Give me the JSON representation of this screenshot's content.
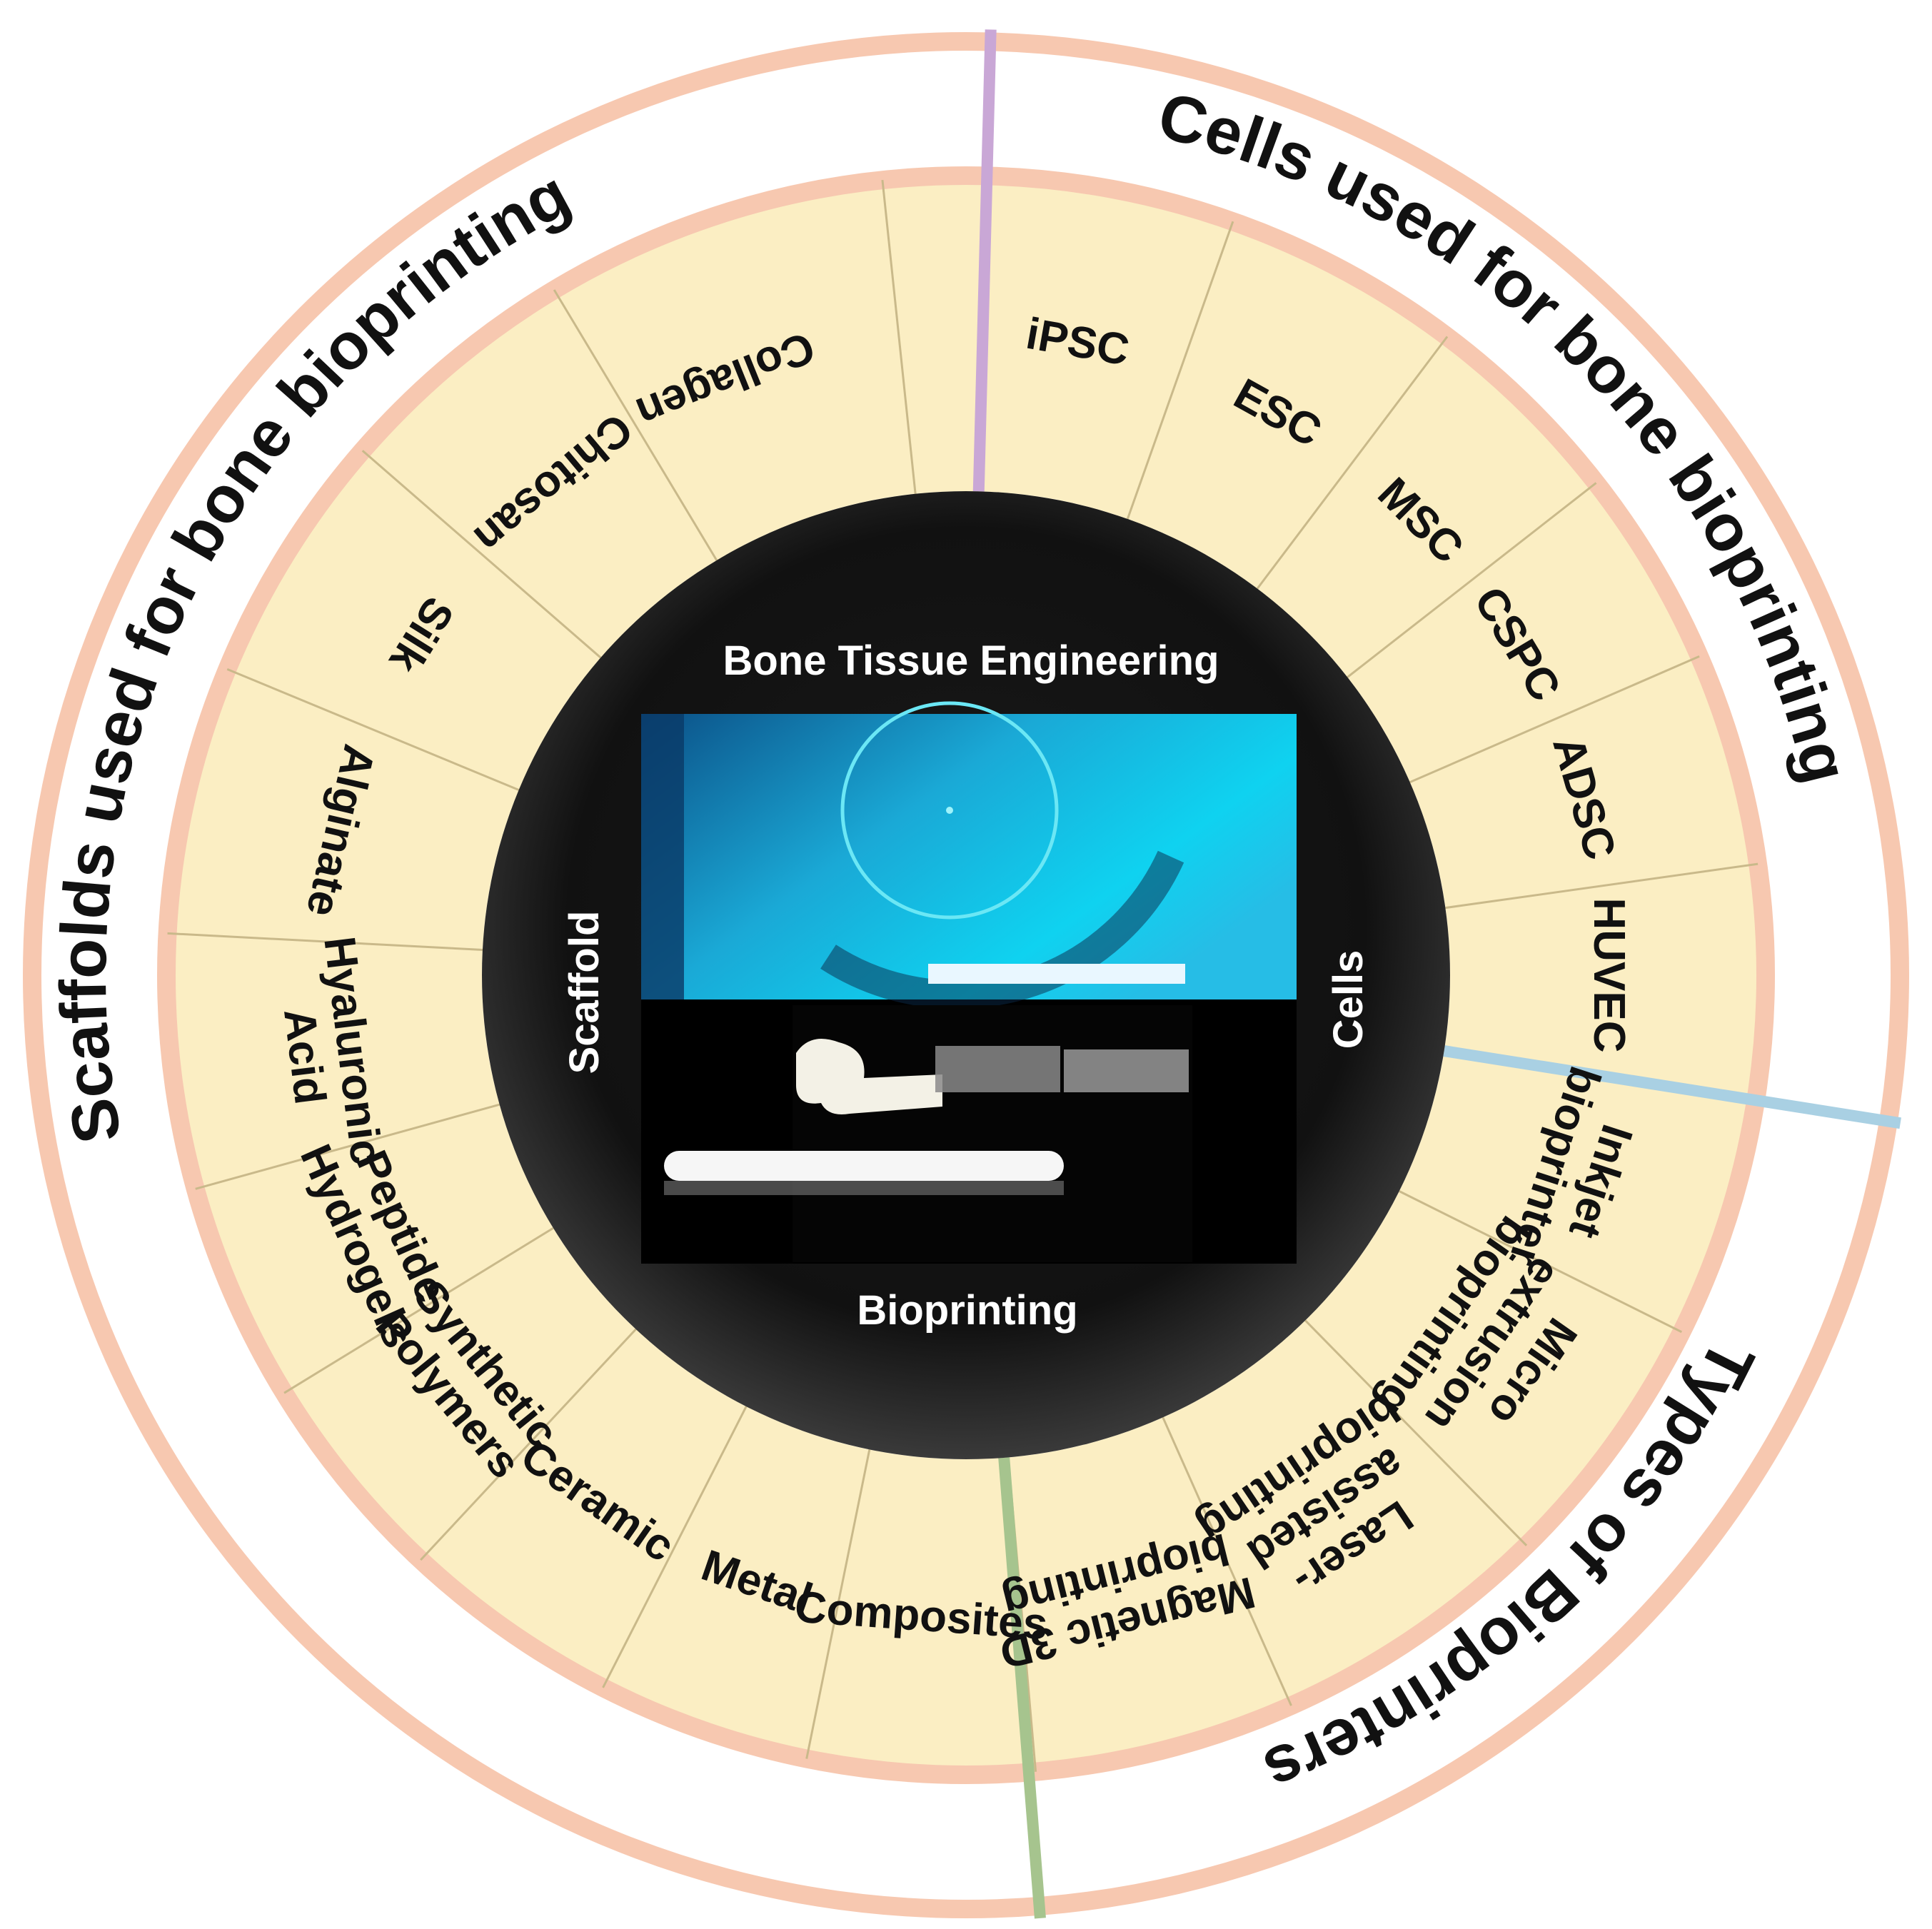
{
  "center": {
    "title": "Bone Tissue Engineering",
    "bottom_label": "Bioprinting",
    "left_label": "Scaffold",
    "right_label": "Cells",
    "photo_icon": "bioprinter-bone-photo"
  },
  "outer_titles": {
    "cells": "Cells used for bone bioprinting",
    "scaffolds": "Scaffolds used for bone bioprinting",
    "bioprinters": "Types of Bioprinters"
  },
  "cells": [
    {
      "label": "iPSC"
    },
    {
      "label": "ESC"
    },
    {
      "label": "MSC"
    },
    {
      "label": "CSPC"
    },
    {
      "label": "ADSC"
    },
    {
      "label": "HUVEC"
    }
  ],
  "bioprinters": [
    {
      "label": "Inkjet\nbioprinter"
    },
    {
      "label": "Micro\nextrusion\nbioprinting"
    },
    {
      "label": "Laser-\nassisted\nbioprinting"
    },
    {
      "label": "Magnetic 3D\nbioprinting"
    }
  ],
  "scaffolds": [
    {
      "label": "Composites"
    },
    {
      "label": "Metal"
    },
    {
      "label": "Ceramic"
    },
    {
      "label": "Synthetic\nPolymers"
    },
    {
      "label": "Peptide\nHydrogels"
    },
    {
      "label": "Hyaluronic\nAcid"
    },
    {
      "label": "Alginate"
    },
    {
      "label": "Silk"
    },
    {
      "label": "Chitosan"
    },
    {
      "label": "Collagen"
    }
  ],
  "colors": {
    "ring": "#f7c8b0",
    "segment_fill": "#fbeec3",
    "center_dark": "#141414",
    "cells_divider": "#c9a7d6",
    "bioprinter_divider": "#a9d0e3",
    "scaffold_divider": "#a6c48e"
  }
}
